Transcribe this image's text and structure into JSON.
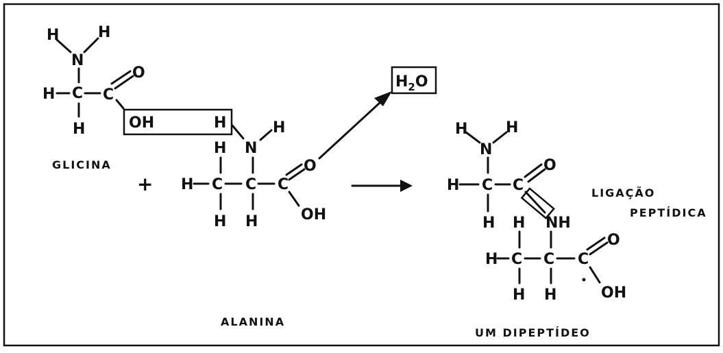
{
  "atoms": {
    "h": "H",
    "n": "N",
    "c": "C",
    "o": "O",
    "oh": "OH",
    "nh": "NH",
    "plus": "+"
  },
  "water": {
    "h": "H",
    "sub": "2",
    "o": "O"
  },
  "labels": {
    "glicina": "GLICINA",
    "alanina": "ALANINA",
    "dipeptideo": "UM DIPEPTÍDEO",
    "ligacao_line1": "LIGAÇÃO",
    "ligacao_line2": "PEPTÍDICA"
  }
}
